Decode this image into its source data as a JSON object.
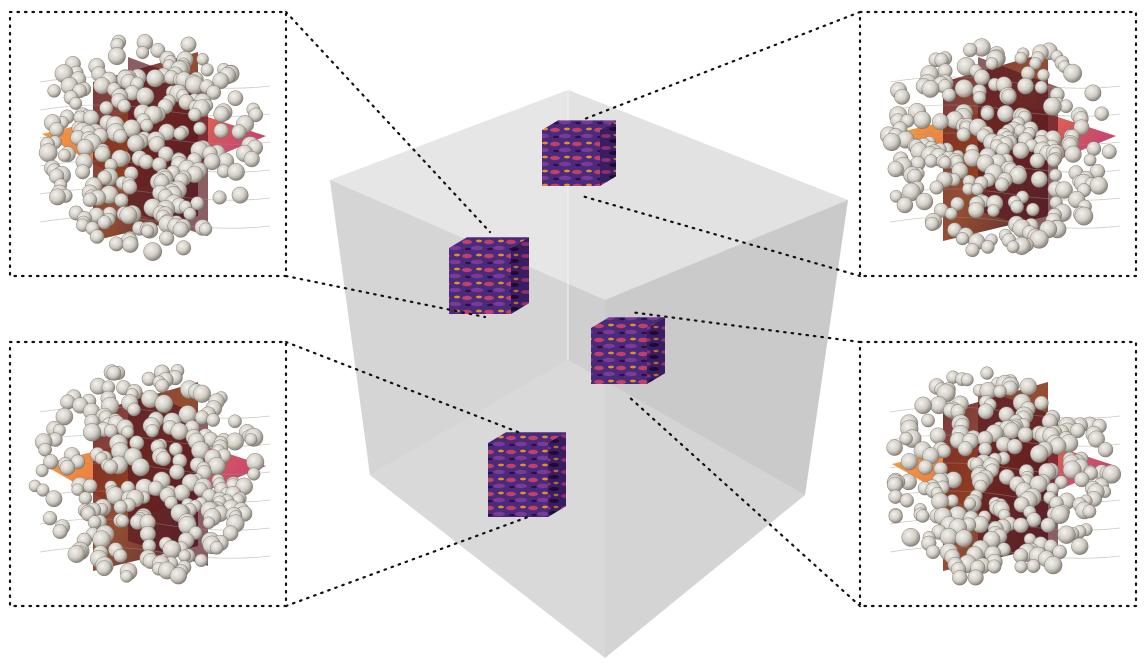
{
  "figure": {
    "description_visible_text": "",
    "colors": {
      "box_face_light": "#e6e6e6",
      "box_face_mid": "#d2d2d2",
      "box_face_dark": "#c4c4c4",
      "particle": "#d9d6cf",
      "particle_shade": "#8e8a82",
      "plane_hot": "#f08a2a",
      "plane_mid": "#b5306a",
      "plane_dark": "#3b0d2a",
      "cube_purple": "#5a2a8a",
      "cube_orange": "#e0902a",
      "connector": "#111111"
    },
    "subdomains": [
      {
        "id": "top"
      },
      {
        "id": "left"
      },
      {
        "id": "center"
      },
      {
        "id": "bottom"
      }
    ],
    "zoom_panels": [
      {
        "id": "top-left",
        "linked_to": "left"
      },
      {
        "id": "top-right",
        "linked_to": "top"
      },
      {
        "id": "bottom-left",
        "linked_to": "bottom"
      },
      {
        "id": "bottom-right",
        "linked_to": "center"
      }
    ]
  }
}
